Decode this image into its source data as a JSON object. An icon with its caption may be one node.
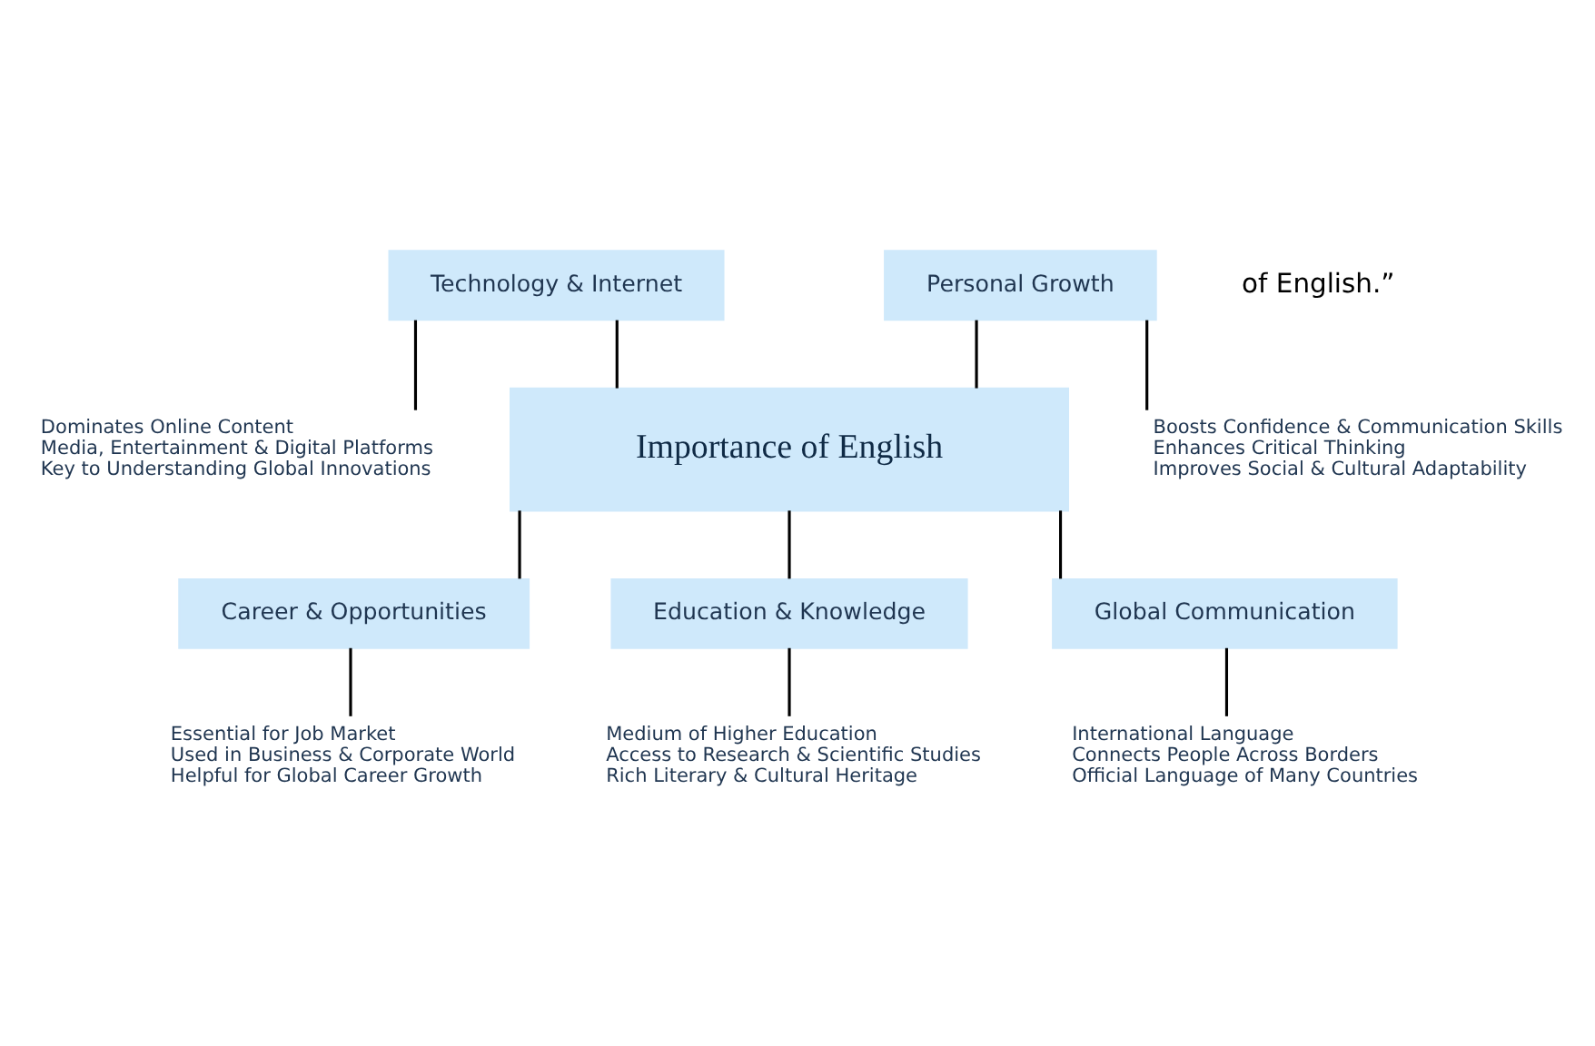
{
  "diagram": {
    "nodes": [
      {
        "text": [
          "Dominates Online Content",
          "Media, Entertainment & Digital Platforms",
          "Key to Understanding Global Innovations"
        ]
      },
      {
        "text": [
          "Boosts Confidence & Communication Skills",
          "Enhances Critical Thinking",
          "Improves Social & Cultural Adaptability"
        ]
      },
      {
        "text": [
          "Technology & Internet"
        ]
      },
      {
        "text": [
          "Personal Growth"
        ]
      },
      {
        "text": [
          "Importance of English"
        ]
      },
      {
        "text": [
          "Career & Opportunities"
        ]
      },
      {
        "text": [
          "Education & Knowledge"
        ]
      },
      {
        "text": [
          "Global Communication"
        ]
      },
      {
        "text": [
          "Essential for Job Market",
          "Used in Business & Corporate World",
          "Helpful for Global Career Growth"
        ]
      },
      {
        "text": [
          "Medium of Higher Education",
          "Access to Research & Scientific Studies",
          "Rich Literary & Cultural Heritage"
        ]
      },
      {
        "text": [
          "International Language",
          "Connects People Across Borders",
          "Official Language of Many Countries"
        ]
      }
    ],
    "edges": [
      {
        "from": 2,
        "to": 0,
        "arrow": "none"
      },
      {
        "from": 3,
        "to": 1,
        "arrow": "none"
      },
      {
        "from": 2,
        "to": 4,
        "arrow": "none"
      },
      {
        "from": 3,
        "to": 4,
        "arrow": "none"
      },
      {
        "from": 4,
        "to": 5,
        "arrow": "none"
      },
      {
        "from": 4,
        "to": 6,
        "arrow": "none"
      },
      {
        "from": 4,
        "to": 7,
        "arrow": "none"
      },
      {
        "from": 5,
        "to": 8,
        "arrow": "none"
      },
      {
        "from": 6,
        "to": 9,
        "arrow": "none"
      },
      {
        "from": 7,
        "to": 10,
        "arrow": "none"
      }
    ],
    "labels": [
      "of English.”"
    ]
  }
}
